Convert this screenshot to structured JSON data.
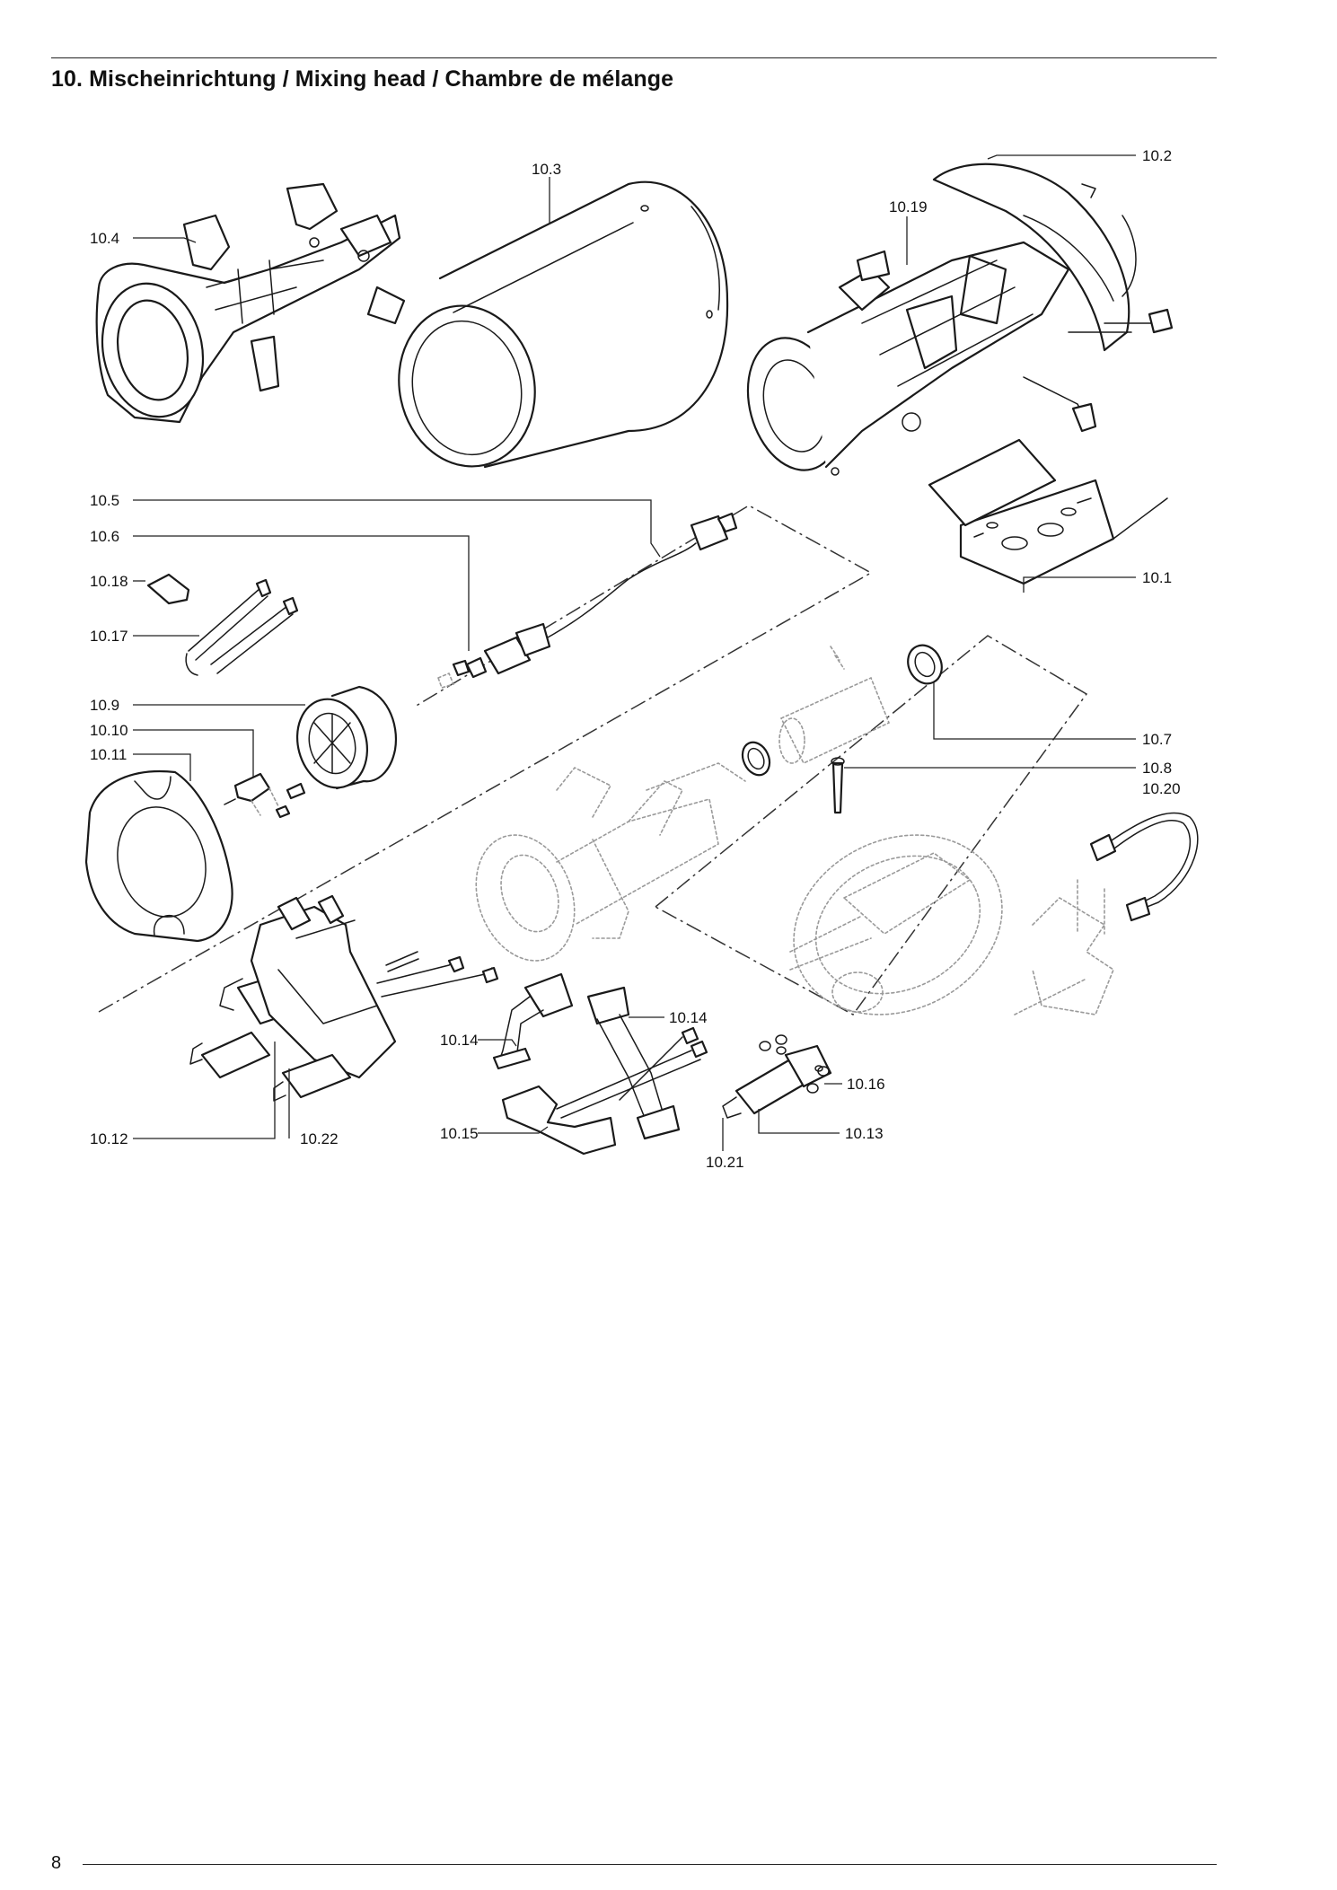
{
  "header": {
    "title": "10. Mischeinrichtung / Mixing head / Chambre de mélange"
  },
  "footer": {
    "page_number": "8"
  },
  "callouts": {
    "c10_1": "10.1",
    "c10_2": "10.2",
    "c10_3": "10.3",
    "c10_4": "10.4",
    "c10_5": "10.5",
    "c10_6": "10.6",
    "c10_7": "10.7",
    "c10_8": "10.8",
    "c10_9": "10.9",
    "c10_10": "10.10",
    "c10_11": "10.11",
    "c10_12": "10.12",
    "c10_13": "10.13",
    "c10_14a": "10.14",
    "c10_14b": "10.14",
    "c10_15": "10.15",
    "c10_16": "10.16",
    "c10_17": "10.17",
    "c10_18": "10.18",
    "c10_19": "10.19",
    "c10_20": "10.20",
    "c10_21": "10.21",
    "c10_22": "10.22"
  }
}
